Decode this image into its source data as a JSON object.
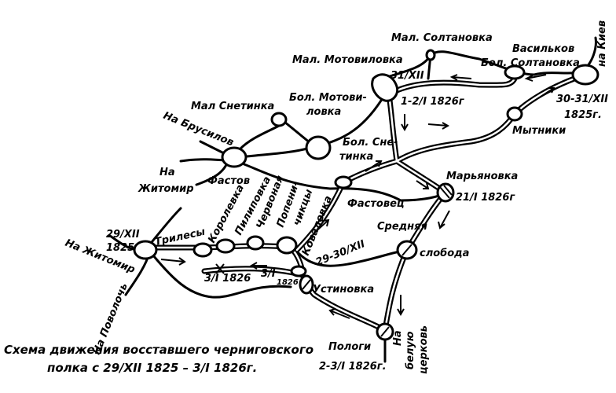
{
  "title": "Схема движения восставшего черниговского полка с 29/XII 1825 – 3/I 1826 г.",
  "caption": {
    "line1": "Схема движения восставшего черниговского",
    "line2": "полка с 29/XII 1825 – 3/I 1826г."
  },
  "places": {
    "mal_soltanovka": "Мал. Солтановка",
    "vasilkov": "Васильков",
    "bol_soltanovka": "Бол. Солтановка",
    "na_kiev": "на Киев",
    "mal_motovilovka": "Мал. Мотовиловка",
    "bol_motovilovka_1": "Бол. Мотови-",
    "bol_motovilovka_2": "ловка",
    "mytniki": "Мытники",
    "mal_snetinka": "Мал Снетинка",
    "bol_snetinka_1": "Бол. Сне-",
    "bol_snetinka_2": "тинка",
    "na_brusilov": "На Брусилов",
    "na_zhitomir_1_a": "На",
    "na_zhitomir_1_b": "Житомир",
    "fastov": "Фастов",
    "fastovets": "Фастовец",
    "maryanovka": "Марьяновка",
    "srednyaya": "Средняя",
    "sloboda": "слобода",
    "trilesy": "Трилесы",
    "korolevka": "Королевка",
    "pilipovka": "Пилиповка",
    "chervonaya": "Червоная",
    "popelnichki_1": "Попени-",
    "popelnichki_2": "чикцы",
    "kovalevka": "Ковалевка",
    "na_zhitomir_2": "На Житомир",
    "na_povoloch": "На Поволочь",
    "ustinovka": "Устиновка",
    "pologi": "Пологи",
    "na_belaya_1": "На",
    "na_belaya_2": "белую",
    "na_belaya_3": "церковь"
  },
  "dates": {
    "d_31_xii": "31/XII",
    "d_1_2_i": "1-2/I  1826г",
    "d_30_31_xii_a": "30-31/XII",
    "d_30_31_xii_b": "1825г.",
    "d_21_i": "21/I 1826г",
    "d_29_30_xii": "29-30/XII",
    "d_29_xii_a": "29/XII",
    "d_29_xii_b": "1825",
    "d_3_i_a": "3/I 1826",
    "d_3_i_b": "3/I",
    "d_3_i_b2": "1826",
    "d_2_3_i": "2-3/I 1826г."
  }
}
